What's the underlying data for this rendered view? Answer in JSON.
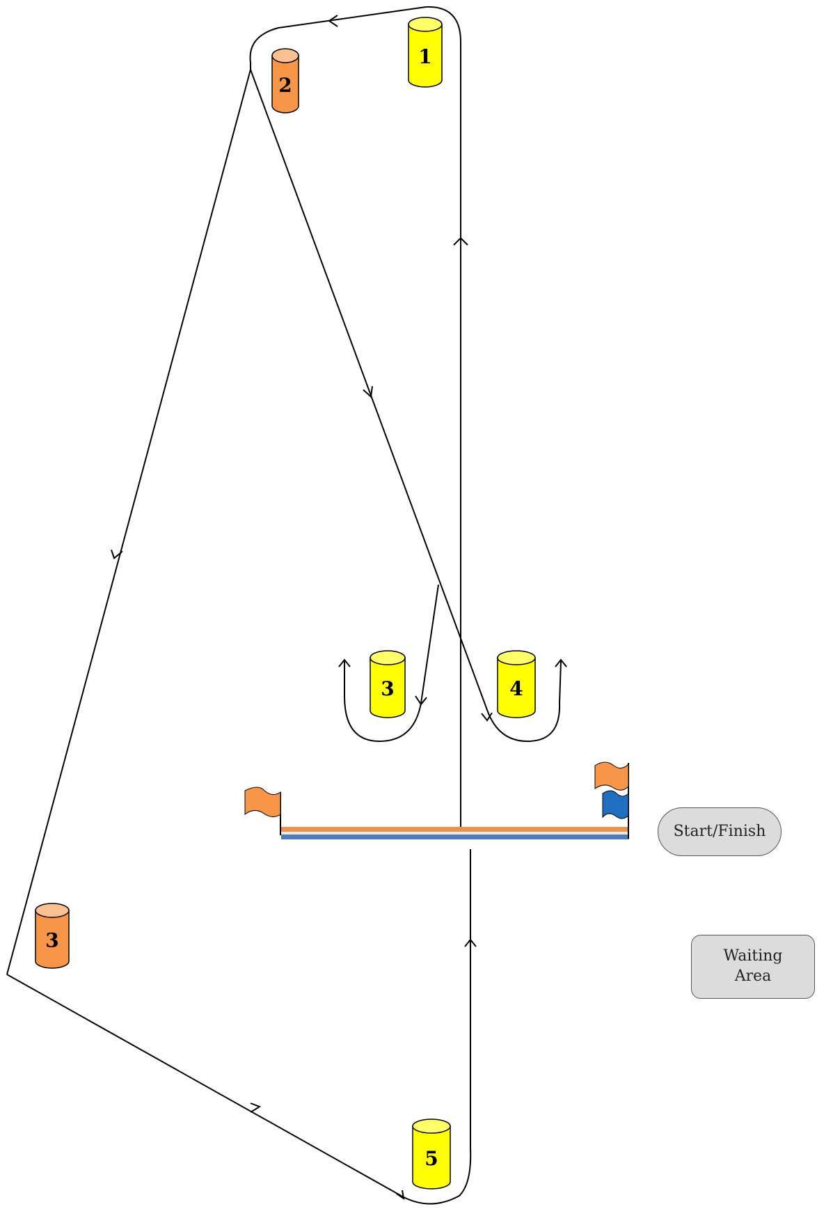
{
  "colors": {
    "yellow_mark": "#ffff00",
    "yellow_top": "#ffff66",
    "orange_mark": "#f79646",
    "orange_top": "#fac090",
    "blue_flag": "#1f6fc0",
    "line_orange": "#f0904a",
    "line_blue": "#4a7ebb",
    "path": "#000000",
    "box_fill": "#dcdcdc"
  },
  "marks": [
    {
      "id": "yellow-1",
      "label": "1",
      "color": "yellow"
    },
    {
      "id": "orange-2",
      "label": "2",
      "color": "orange"
    },
    {
      "id": "yellow-3",
      "label": "3",
      "color": "yellow"
    },
    {
      "id": "yellow-4",
      "label": "4",
      "color": "yellow"
    },
    {
      "id": "orange-3",
      "label": "3",
      "color": "orange"
    },
    {
      "id": "yellow-5",
      "label": "5",
      "color": "yellow"
    }
  ],
  "flags": [
    {
      "id": "pin-end-flag",
      "color": "orange"
    },
    {
      "id": "committee-orange-flag",
      "color": "orange"
    },
    {
      "id": "committee-blue-flag",
      "color": "blue"
    }
  ],
  "boxes": {
    "start_finish": "Start/Finish",
    "waiting_area": "Waiting\nArea"
  }
}
